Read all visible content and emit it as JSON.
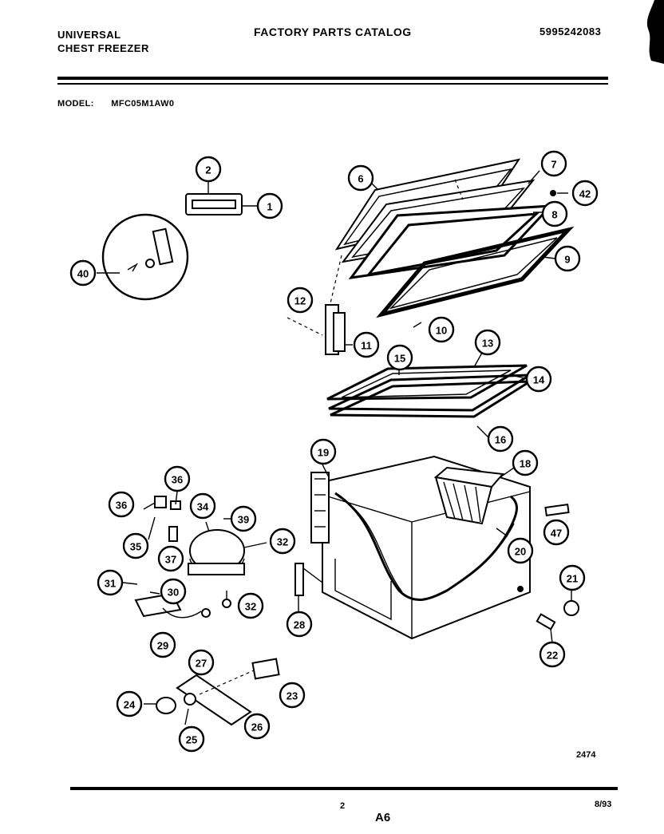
{
  "header": {
    "brand_line1": "UNIVERSAL",
    "brand_line2": "CHEST FREEZER",
    "catalog_title": "FACTORY PARTS CATALOG",
    "document_number": "5995242083"
  },
  "model": {
    "label": "MODEL:",
    "value": "MFC05M1AW0"
  },
  "callouts": [
    "1",
    "2",
    "6",
    "7",
    "42",
    "8",
    "9",
    "40",
    "12",
    "10",
    "11",
    "15",
    "13",
    "14",
    "16",
    "19",
    "18",
    "36",
    "34",
    "39",
    "36",
    "32",
    "35",
    "37",
    "47",
    "20",
    "21",
    "31",
    "30",
    "32",
    "28",
    "22",
    "29",
    "27",
    "23",
    "24",
    "25",
    "26"
  ],
  "footer": {
    "drawing_number": "2474",
    "page_number": "2",
    "section": "A6",
    "date": "8/93"
  }
}
